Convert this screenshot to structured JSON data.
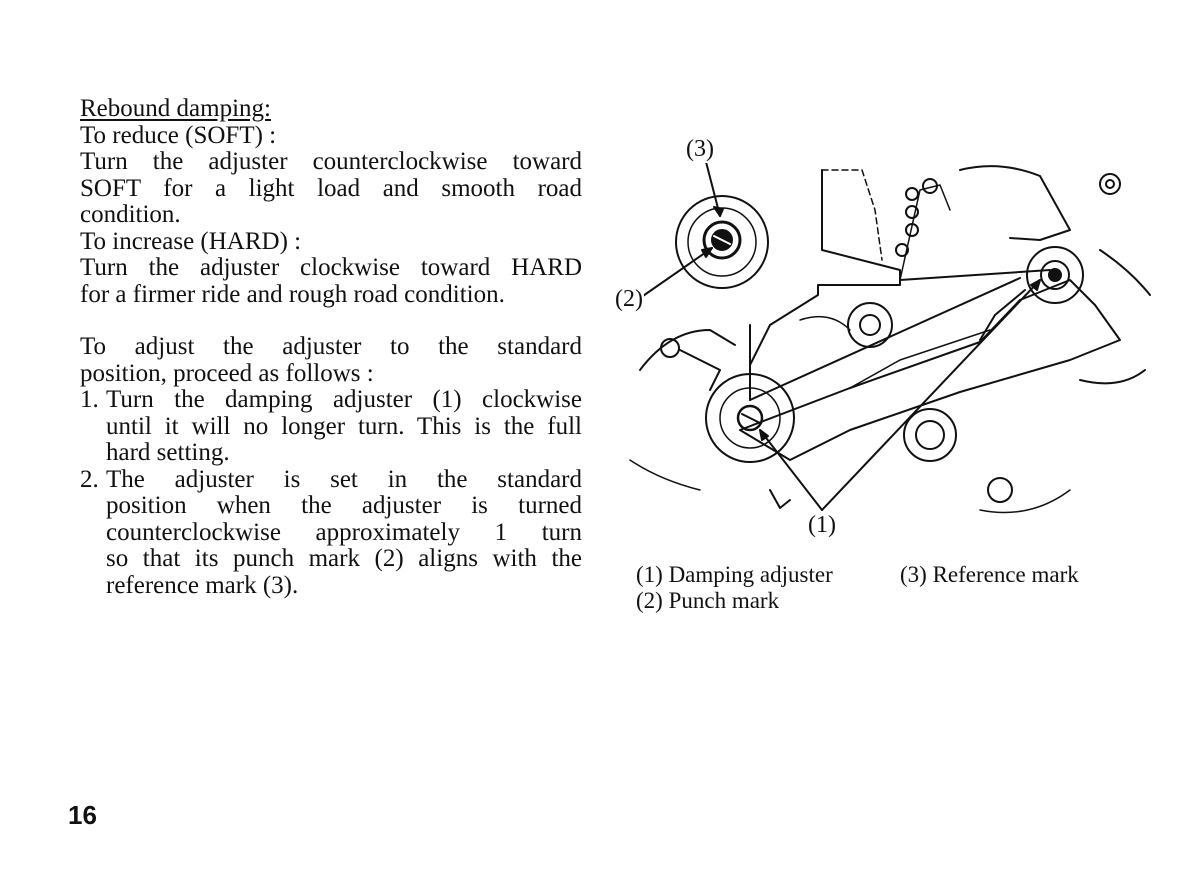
{
  "text": {
    "heading": "Rebound damping:",
    "reduce_title": "To reduce (SOFT) :",
    "reduce_line1": "Turn the adjuster counterclockwise toward",
    "reduce_line2": "SOFT for a light load and smooth road",
    "reduce_line3": "condition.",
    "increase_title": "To increase (HARD) :",
    "increase_line1": "Turn the adjuster clockwise toward HARD",
    "increase_line2": "for a firmer ride and rough road condition.",
    "std_line1": "To adjust the adjuster to the standard",
    "std_line2": "position, proceed as follows :",
    "step1_num": "1.",
    "step1_line1": "Turn the damping adjuster (1) clockwise",
    "step1_line2": "until it will no longer turn. This is the full",
    "step1_line3": "hard setting.",
    "step2_num": "2.",
    "step2_line1": "The adjuster is set in the standard",
    "step2_line2": "position when the adjuster is turned",
    "step2_line3": "counterclockwise approximately 1 turn",
    "step2_line4": "so that its punch mark (2) aligns with the",
    "step2_line5": "reference mark (3)."
  },
  "figure": {
    "callout_1": "(1)",
    "callout_2": "(2)",
    "callout_3": "(3)",
    "legend": [
      {
        "label": "(1)  Damping adjuster"
      },
      {
        "label": "(2)  Punch mark"
      },
      {
        "label": "(3)  Reference mark"
      }
    ]
  },
  "page_number": "16"
}
